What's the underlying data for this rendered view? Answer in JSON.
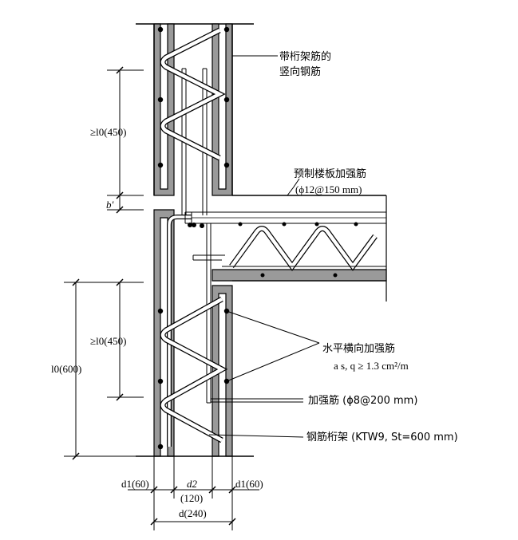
{
  "labels": {
    "truss_rebar_line1": "带桁架筋的",
    "truss_rebar_line2": "竖向钢筋",
    "slab_rebar_line1": "预制楼板加强筋",
    "slab_rebar_line2": "(ϕ12@150 mm)",
    "horiz_rebar_line1": "水平横向加强筋",
    "horiz_rebar_line2": "a s, q ≥ 1.3 cm²/m",
    "add_rebar": "加强筋 (ϕ8@200 mm)",
    "truss": "钢筋桁架 (KTW9, St=600 mm)"
  },
  "dims": {
    "upper_lap": "≥l0(450)",
    "gap_b": "b′",
    "lower_lap": "≥l0(450)",
    "l0_total": "l0(600)",
    "d1_left": "d1(60)",
    "d2": "d2",
    "d2_val": "(120)",
    "d1_right": "d1(60)",
    "d_total": "d(240)"
  },
  "colors": {
    "concrete": "#9a9a9a",
    "line": "#000000",
    "background": "#ffffff"
  }
}
